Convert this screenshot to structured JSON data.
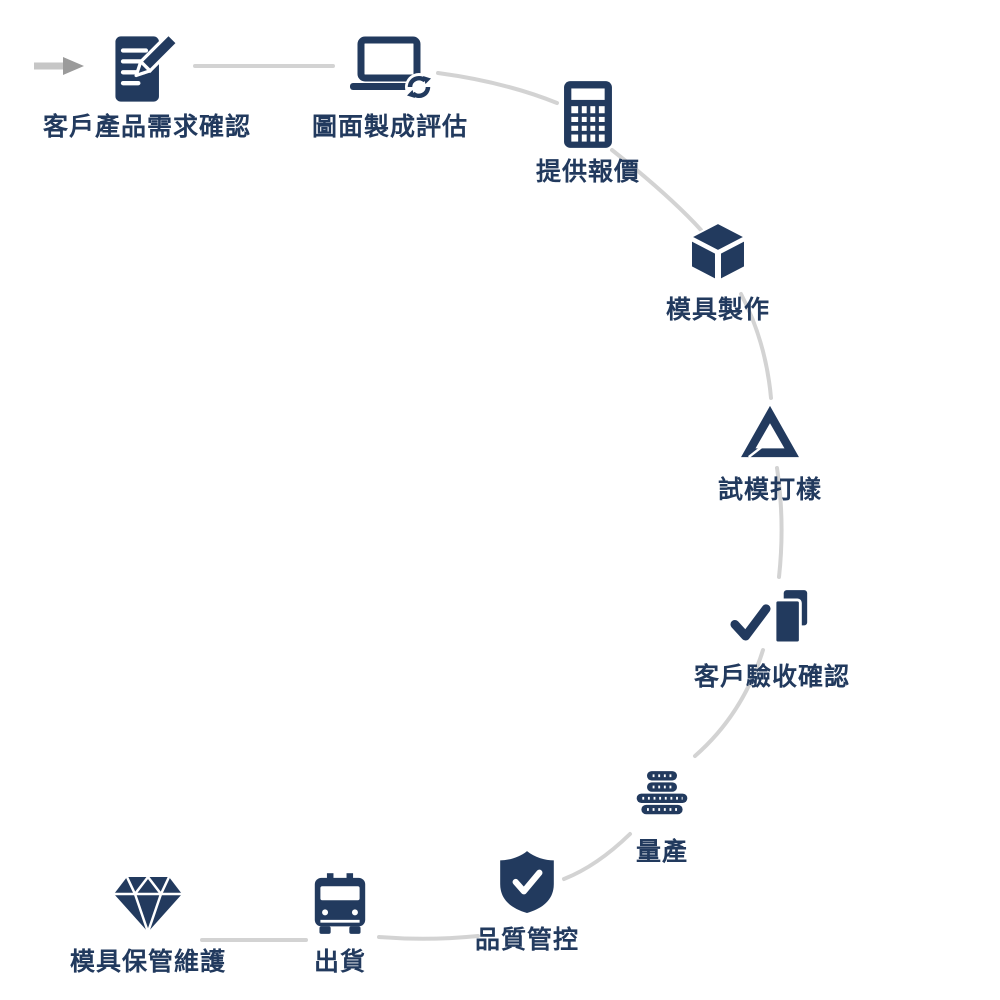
{
  "colors": {
    "accent": "#223a5e",
    "connector": "#d3d3d3",
    "arrow_tail": "#c6c6c6",
    "arrow_head": "#9b9b9b",
    "background": "#ffffff"
  },
  "diagram": {
    "start_marker": "arrow-right",
    "steps": [
      {
        "label": "客戶產品需求確認",
        "icon": "document-edit-icon"
      },
      {
        "label": "圖面製成評估",
        "icon": "laptop-sync-icon"
      },
      {
        "label": "提供報價",
        "icon": "calculator-icon"
      },
      {
        "label": "模具製作",
        "icon": "cube-icon"
      },
      {
        "label": "試模打樣",
        "icon": "triangle-outline-icon"
      },
      {
        "label": "客戶驗收確認",
        "icon": "checkmark-documents-icon"
      },
      {
        "label": "量產",
        "icon": "coin-stacks-icon"
      },
      {
        "label": "品質管控",
        "icon": "shield-check-icon"
      },
      {
        "label": "出貨",
        "icon": "delivery-truck-icon"
      },
      {
        "label": "模具保管維護",
        "icon": "diamond-icon"
      }
    ]
  }
}
